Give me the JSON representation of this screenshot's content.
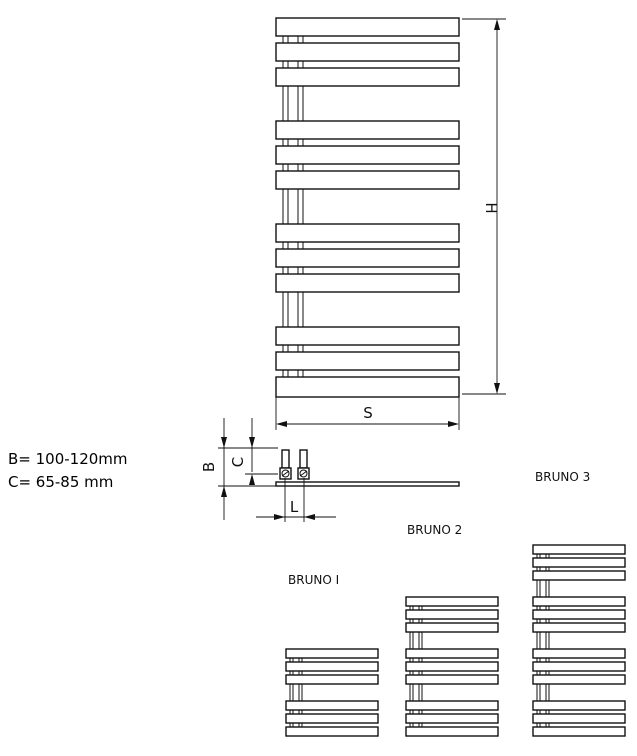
{
  "specs": {
    "b_range": "B= 100-120mm",
    "c_range": "C= 65-85 mm"
  },
  "dimensions": {
    "height_label": "H",
    "width_label": "S",
    "b_label": "B",
    "c_label": "C",
    "l_label": "L"
  },
  "models": [
    {
      "name": "BRUNO I",
      "groups": 2
    },
    {
      "name": "BRUNO 2",
      "groups": 3
    },
    {
      "name": "BRUNO 3",
      "groups": 4
    }
  ]
}
